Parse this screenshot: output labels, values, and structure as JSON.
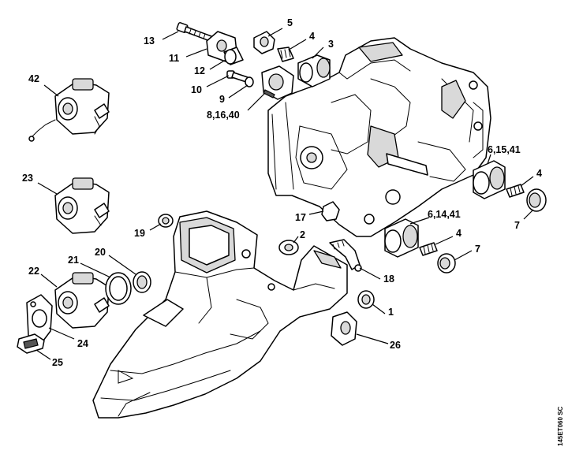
{
  "diagram": {
    "drawing_code": "145ET060 SC",
    "callouts": {
      "c13": "13",
      "c11": "11",
      "c12": "12",
      "c10": "10",
      "c9": "9",
      "c8_16_40": "8,16,40",
      "c5": "5",
      "c4a": "4",
      "c3": "3",
      "c42": "42",
      "c23": "23",
      "c6_15_41": "6,15,41",
      "c4b": "4",
      "c7a": "7",
      "c17": "17",
      "c19": "19",
      "c2": "2",
      "c6_14_41": "6,14,41",
      "c4c": "4",
      "c7b": "7",
      "c20": "20",
      "c21": "21",
      "c22": "22",
      "c18": "18",
      "c1": "1",
      "c24": "24",
      "c25": "25",
      "c26": "26"
    }
  }
}
